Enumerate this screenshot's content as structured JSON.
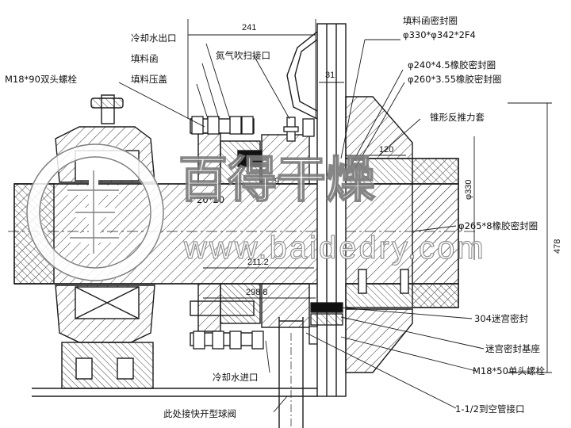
{
  "labels": {
    "stuffing_box_seal": "填料函密封圈",
    "stuffing_box_seal_spec": "φ330*φ342*2F4",
    "rubber_seal_1": "φ240*4.5橡胶密封圈",
    "rubber_seal_2": "φ260*3.55橡胶密封圈",
    "cone_sleeve": "锥形反推力套",
    "cooling_water_outlet": "冷却水出口",
    "stuffing_box": "填料函",
    "nitrogen_purge": "氮气吹扫接口",
    "packing_gland": "填料压盖",
    "double_bolt": "M18*90双头螺栓",
    "packing_partial": "20*20",
    "rubber_seal_3": "φ265*8橡胶密封圈",
    "labyrinth_seal": "304迷宫密封",
    "labyrinth_base": "迷宫密封基座",
    "single_bolt": "M18*50单头螺栓",
    "cooling_water_inlet": "冷却水进口",
    "air_pipe": "1-1/2到空管接口",
    "quick_valve": "此处接快开型球阀"
  },
  "dimensions": {
    "d241": "241",
    "d31": "31",
    "d120": "120",
    "d330": "φ330",
    "d211": "211.2",
    "d298": "298.8",
    "d478": "478",
    "d9": "9"
  },
  "watermark": {
    "text": "百得干燥",
    "url": "www.baidedry.com"
  },
  "colors": {
    "line": "#1a1a1a",
    "hatch": "#333333",
    "background": "#ffffff"
  }
}
